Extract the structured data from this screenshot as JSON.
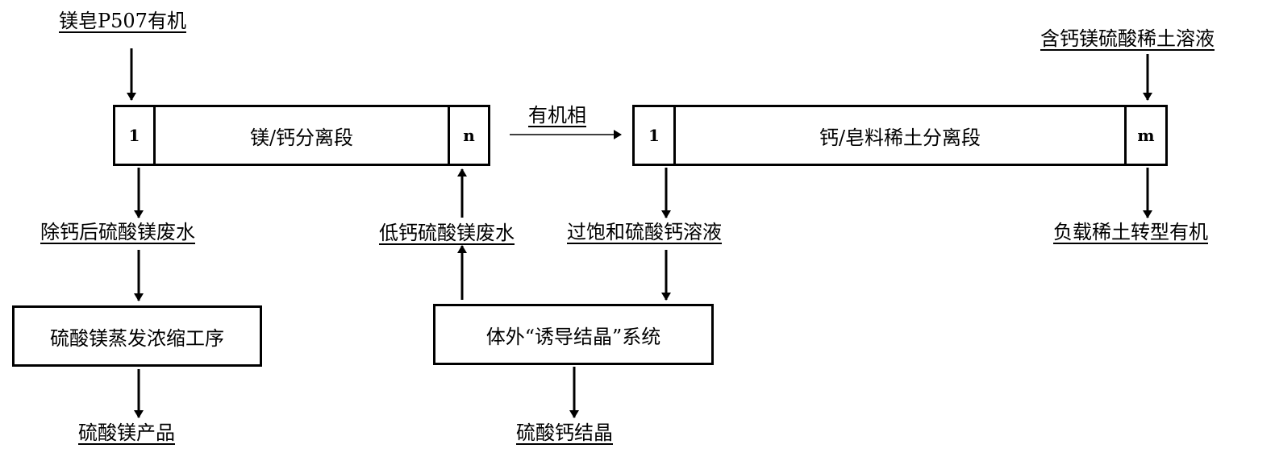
{
  "inputs": {
    "mg_soap_organic": "镁皂P507有机",
    "ca_mg_re_solution": "含钙镁硫酸稀土溶液"
  },
  "stage1": {
    "title": "镁/钙分离段",
    "first_cell": "1",
    "last_cell": "n"
  },
  "stage2": {
    "title": "钙/皂料稀土分离段",
    "first_cell": "1",
    "last_cell": "m"
  },
  "flow": {
    "organic_phase": "有机相",
    "mg_wastewater_after_ca_removal": "除钙后硫酸镁废水",
    "low_ca_mg_wastewater": "低钙硫酸镁废水",
    "supersaturated_caso4": "过饱和硫酸钙溶液",
    "loaded_re_organic": "负载稀土转型有机"
  },
  "process_boxes": {
    "evaporation": "硫酸镁蒸发浓缩工序",
    "crystallization_system": "体外“诱导结晶”系统"
  },
  "products": {
    "mgso4_product": "硫酸镁产品",
    "caso4_crystal": "硫酸钙结晶"
  }
}
